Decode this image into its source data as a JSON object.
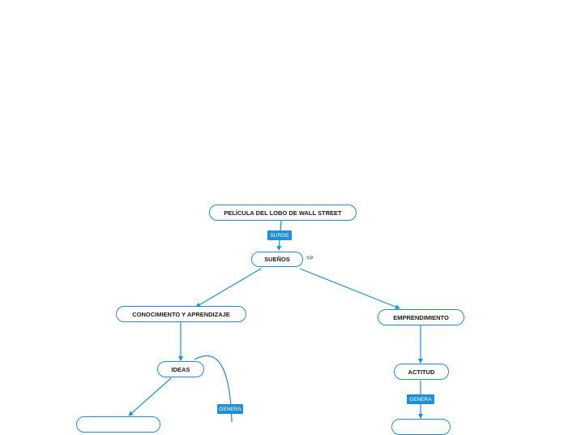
{
  "colors": {
    "accent": "#1f8fd6",
    "text": "#1a1a1a",
    "background": "#ffffff"
  },
  "nodes": {
    "root": "PELÍCULA DEL LOBO DE WALL STREET",
    "suenos": "SUEÑOS",
    "conocimiento": "CONOCIMIENTO Y APRENDIZAJE",
    "emprendimiento": "EMPRENDIMIENTO",
    "ideas": "IDEAS",
    "actitud": "ACTITUD"
  },
  "link_labels": {
    "surge": "SURGE",
    "genera_left": "GENERA",
    "genera_right": "GENERA"
  },
  "annotations": {
    "yp": "YP"
  }
}
